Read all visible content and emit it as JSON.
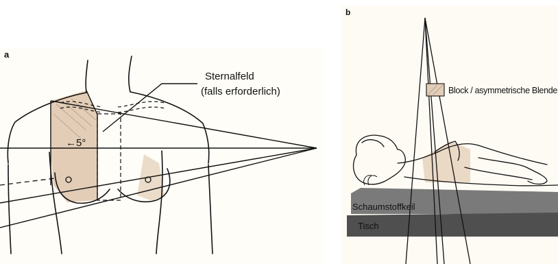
{
  "panel_a": {
    "letter": "a",
    "callout_line1": "Sternalfeld",
    "callout_line2": "(falls erforderlich)",
    "angle_label": "←5°"
  },
  "panel_b": {
    "letter": "b",
    "block_label": "Block / asymmetrische Blende",
    "wedge_label": "Schaumstoffkeil",
    "table_label": "Tisch"
  },
  "colors": {
    "field_fill": "#e3cdb6",
    "wedge": "#7a7a7a",
    "table": "#4f4f4f",
    "line": "#111111"
  }
}
